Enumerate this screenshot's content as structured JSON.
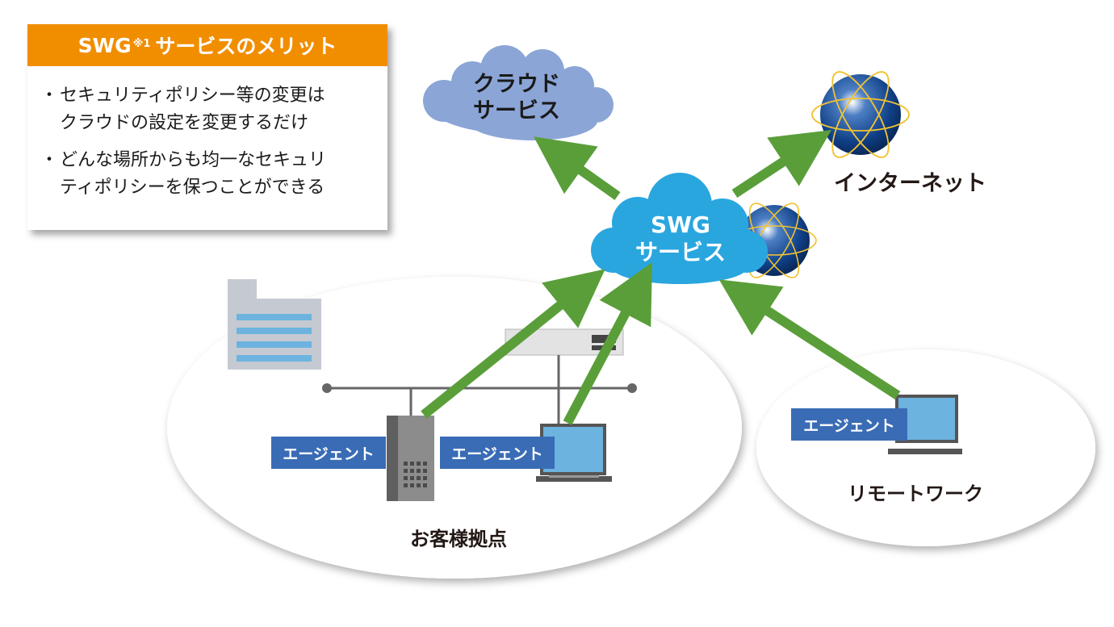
{
  "merit": {
    "title_main": "SWG",
    "title_note": "※1",
    "title_rest": "サービスのメリット",
    "items": [
      {
        "line1": "セキュリティポリシー等の変更は",
        "line2": "クラウドの設定を変更するだけ"
      },
      {
        "line1": "どんな場所からも均一なセキュリ",
        "line2": "ティポリシーを保つことができる"
      }
    ]
  },
  "cloud_service": {
    "line1": "クラウド",
    "line2": "サービス"
  },
  "swg_service": {
    "line1": "SWG",
    "line2": "サービス"
  },
  "internet": {
    "label": "インターネット"
  },
  "customer_site": {
    "label": "お客様拠点"
  },
  "remote_work": {
    "label": "リモートワーク"
  },
  "agents": {
    "phone": "エージェント",
    "pc": "エージェント",
    "remote": "エージェント"
  },
  "colors": {
    "orange_header": "#f18e00",
    "arrow_green": "#5a9e3a",
    "swg_cloud": "#2aa6df",
    "service_cloud": "#8ba5d6",
    "agent_blue": "#3a6cb6"
  }
}
